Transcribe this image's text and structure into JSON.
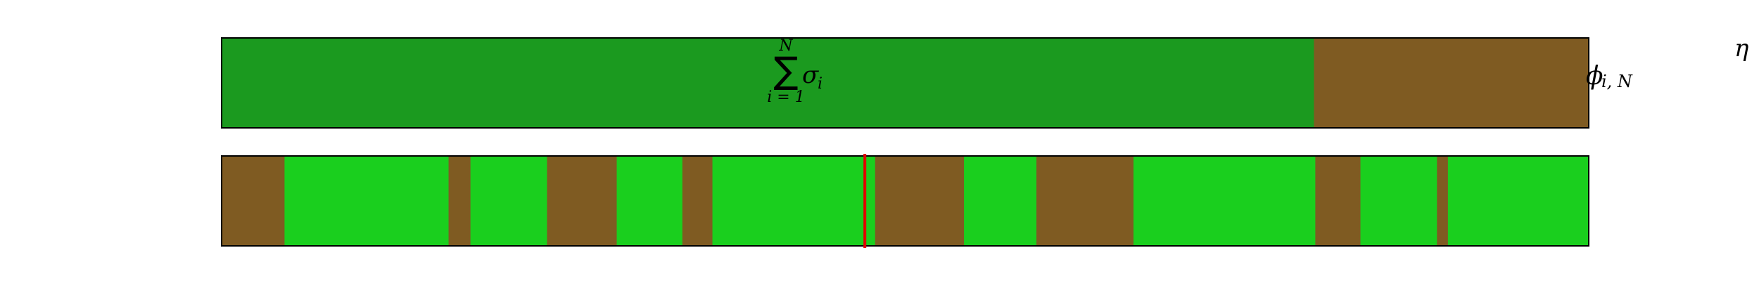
{
  "colors": {
    "top_green": "#1b9a1f",
    "top_brown": "#7f5b22",
    "bottom_green": "#1acf1e",
    "bottom_brown": "#7f5b22",
    "marker_red": "#e00000",
    "outline": "#000000"
  },
  "top_bar": {
    "segments": [
      {
        "kind": "green",
        "start": 0.0,
        "end": 0.799
      },
      {
        "kind": "brown",
        "start": 0.799,
        "end": 1.0
      }
    ],
    "sum_symbol": "∑",
    "sum_upper": "N",
    "sum_lower": "i = 1",
    "sum_term": "σ",
    "sum_term_sub": "i"
  },
  "right_labels": {
    "phi": "ϕ",
    "phi_sub": "i, N",
    "eta": "η"
  },
  "bottom_bar": {
    "segments": [
      {
        "kind": "brown",
        "start": 0.0,
        "end": 0.046
      },
      {
        "kind": "green",
        "start": 0.046,
        "end": 0.166
      },
      {
        "kind": "brown",
        "start": 0.166,
        "end": 0.182
      },
      {
        "kind": "green",
        "start": 0.182,
        "end": 0.238
      },
      {
        "kind": "brown",
        "start": 0.238,
        "end": 0.289
      },
      {
        "kind": "green",
        "start": 0.289,
        "end": 0.337
      },
      {
        "kind": "brown",
        "start": 0.337,
        "end": 0.359
      },
      {
        "kind": "green",
        "start": 0.359,
        "end": 0.478
      },
      {
        "kind": "brown",
        "start": 0.478,
        "end": 0.543
      },
      {
        "kind": "green",
        "start": 0.543,
        "end": 0.596
      },
      {
        "kind": "brown",
        "start": 0.596,
        "end": 0.667
      },
      {
        "kind": "green",
        "start": 0.667,
        "end": 0.8
      },
      {
        "kind": "brown",
        "start": 0.8,
        "end": 0.833
      },
      {
        "kind": "green",
        "start": 0.833,
        "end": 0.889
      },
      {
        "kind": "brown",
        "start": 0.889,
        "end": 0.897
      },
      {
        "kind": "green",
        "start": 0.897,
        "end": 1.0
      }
    ],
    "marker_position": 0.4705
  }
}
